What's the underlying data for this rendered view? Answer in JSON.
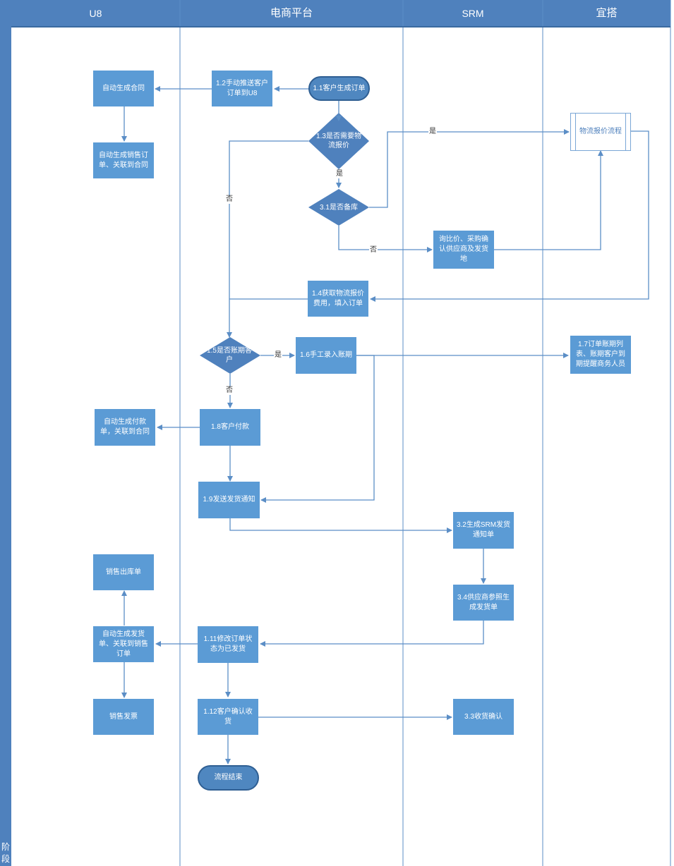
{
  "lanes": {
    "u8": "U8",
    "ecommerce": "电商平台",
    "srm": "SRM",
    "yida": "宜搭"
  },
  "side_label": "阶段",
  "nodes": {
    "n_u8_contract": "自动生成合同",
    "n_push_u8": "1.2手动推送客户订单到U8",
    "n_customer_order": "1.1客户生成订单",
    "n_u8_sales_order": "自动生成销售订单、关联到合同",
    "n_need_quote": "1.3是否需要物流报价",
    "n_logistics_flow": "物流报价流程",
    "n_stock": "3.1是否备库",
    "n_inquiry": "询比价、采购确认供应商及发货地",
    "n_get_fee": "1.4获取物流报价费用，填入订单",
    "n_credit_customer": "1.5是否账期客户",
    "n_manual_credit": "1.6手工录入账期",
    "n_remind": "1.7订单账期列表、账期客户到期提醒商务人员",
    "n_u8_payment": "自动生成付款单，关联到合同",
    "n_customer_pay": "1.8客户付款",
    "n_send_notice": "1.9发送发货通知",
    "n_srm_notice": "3.2生成SRM发货通知单",
    "n_u8_outbound": "销售出库单",
    "n_supplier_ship": "3.4供应商参照生成发货单",
    "n_u8_delivery": "自动生成发货单、关联到销售订单",
    "n_mark_shipped": "1.11修改订单状态为已发货",
    "n_u8_invoice": "销售发票",
    "n_confirm_receipt": "1.12客户确认收货",
    "n_receipt_confirm": "3.3收货确认",
    "n_end": "流程结束"
  },
  "edge_labels": {
    "yes_logistics": "是",
    "no_logistics": "否",
    "yes_stock": "是",
    "no_stock": "否",
    "yes_credit": "是",
    "no_credit": "否"
  },
  "colors": {
    "lane_header": "#4f81bd",
    "lane_line": "#5b8ec6",
    "node_fill": "#5b9bd5",
    "connector": "#5b8ec6"
  }
}
